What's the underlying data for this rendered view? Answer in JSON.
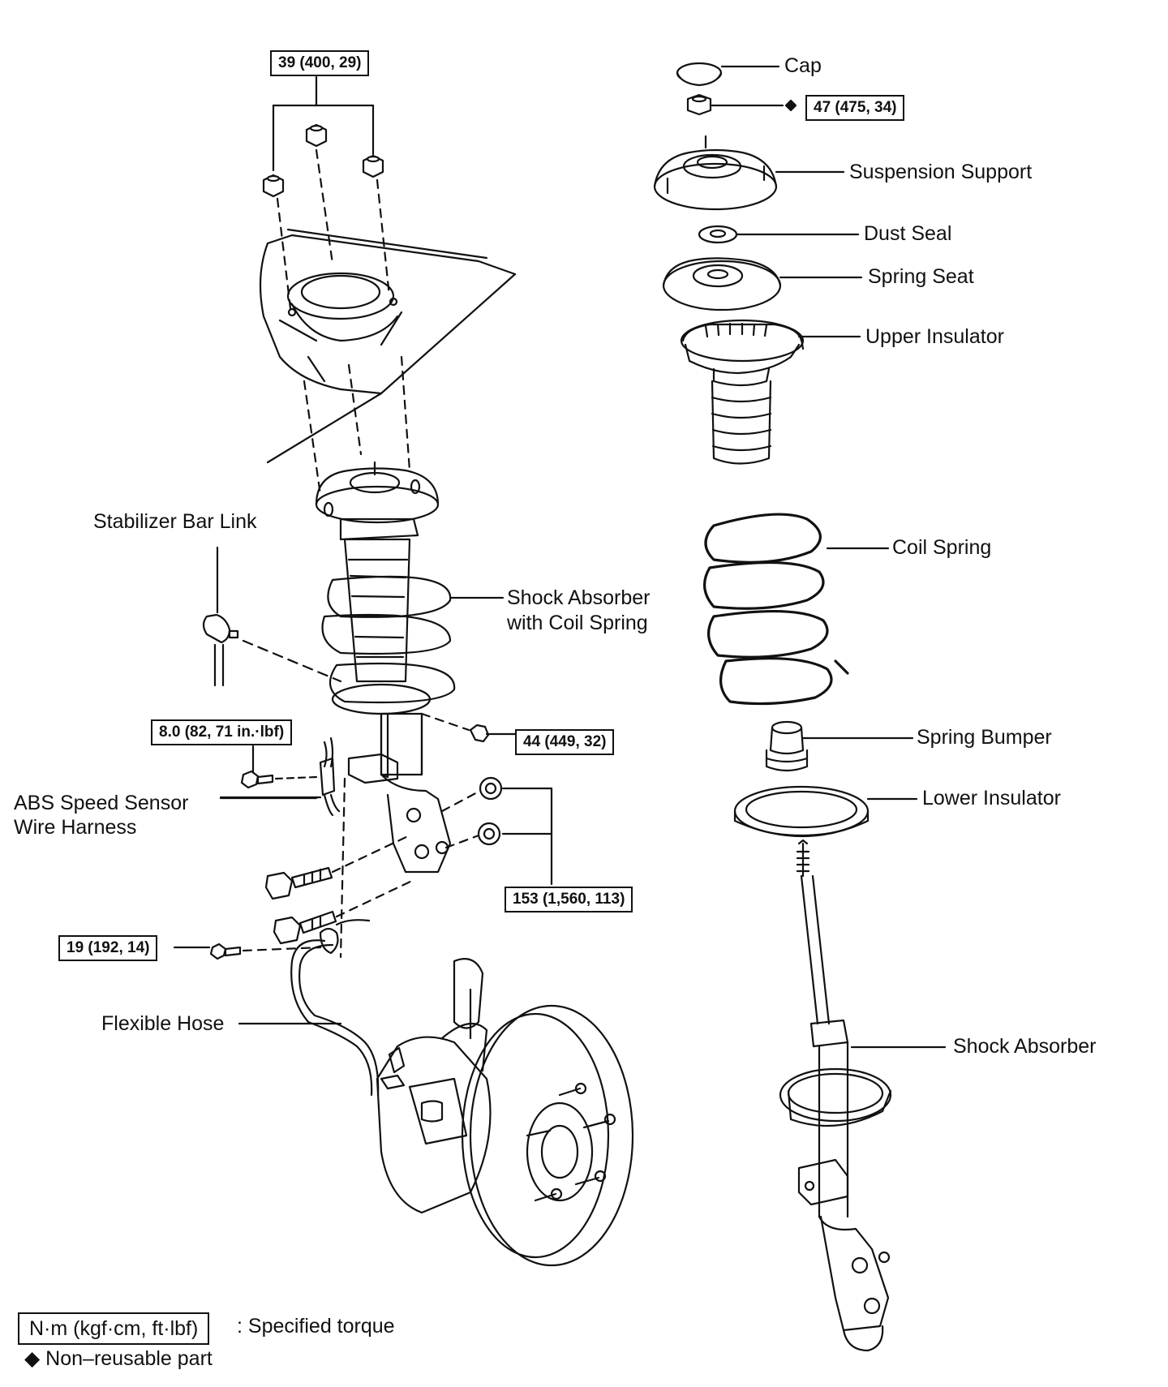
{
  "diagram": {
    "torques": {
      "t39": "39 (400, 29)",
      "t47": "47 (475, 34)",
      "t8": "8.0 (82, 71 in.·lbf)",
      "t44": "44 (449, 32)",
      "t153": "153 (1,560, 113)",
      "t19": "19 (192, 14)"
    },
    "labels": {
      "cap": "Cap",
      "suspension_support": "Suspension Support",
      "dust_seal": "Dust Seal",
      "spring_seat": "Spring Seat",
      "upper_insulator": "Upper Insulator",
      "coil_spring": "Coil Spring",
      "spring_bumper": "Spring Bumper",
      "lower_insulator": "Lower Insulator",
      "shock_absorber": "Shock Absorber",
      "stabilizer_bar_link": "Stabilizer Bar Link",
      "shock_with_coil_1": "Shock Absorber",
      "shock_with_coil_2": "with Coil Spring",
      "abs_1": "ABS Speed Sensor",
      "abs_2": "Wire Harness",
      "flexible_hose": "Flexible Hose"
    },
    "legend": {
      "unit_box": "N·m (kgf·cm, ft·lbf)",
      "unit_text": ": Specified torque",
      "nonreusable": "◆ Non–reusable part"
    },
    "diamond": "◆"
  }
}
